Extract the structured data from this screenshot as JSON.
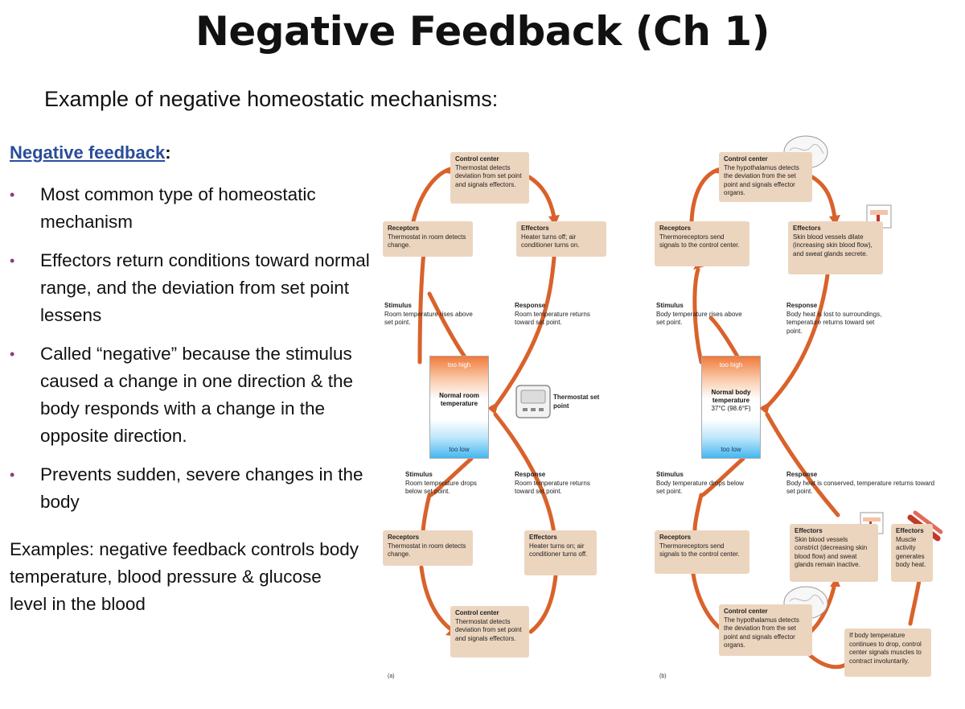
{
  "title": "Negative Feedback (Ch 1)",
  "subtitle": "Example of negative homeostatic mechanisms:",
  "nf_heading": {
    "link": "Negative feedback",
    "colon": ":"
  },
  "bullets": [
    "Most common type of homeostatic mechanism",
    "Effectors return conditions toward normal range, and the deviation from set point lessens",
    "Called “negative” because the stimulus caused a change in one direction & the body responds with a change in the opposite direction.",
    "Prevents sudden, severe changes in the body"
  ],
  "examples": "Examples: negative feedback controls body temperature, blood pressure & glucose level in the blood",
  "diagram_a": {
    "caption": "(a)",
    "top_control": {
      "h": "Control center",
      "t": "Thermostat detects deviation from set point and signals effectors."
    },
    "top_receptors": {
      "h": "Receptors",
      "t": "Thermostat in room detects change."
    },
    "top_effectors": {
      "h": "Effectors",
      "t": "Heater turns off; air conditioner turns on."
    },
    "stim_up": {
      "h": "Stimulus",
      "t": "Room temperature rises above set point."
    },
    "resp_up": {
      "h": "Response",
      "t": "Room temperature returns toward set point."
    },
    "gauge": {
      "high": "too high",
      "mid": "Normal room temperature",
      "low": "too low"
    },
    "thermostat": {
      "label": "Thermostat set point"
    },
    "stim_down": {
      "h": "Stimulus",
      "t": "Room temperature drops below set point."
    },
    "resp_down": {
      "h": "Response",
      "t": "Room temperature returns toward set point."
    },
    "bot_receptors": {
      "h": "Receptors",
      "t": "Thermostat in room detects change."
    },
    "bot_effectors": {
      "h": "Effectors",
      "t": "Heater turns on; air conditioner turns off."
    },
    "bot_control": {
      "h": "Control center",
      "t": "Thermostat detects deviation from set point and signals effectors."
    }
  },
  "diagram_b": {
    "caption": "(b)",
    "top_control": {
      "h": "Control center",
      "t": "The hypothalamus detects the deviation from the set point and signals effector organs."
    },
    "top_receptors": {
      "h": "Receptors",
      "t": "Thermoreceptors send signals to the control center."
    },
    "top_effectors": {
      "h": "Effectors",
      "t": "Skin blood vessels dilate (increasing skin blood flow), and sweat glands secrete."
    },
    "stim_up": {
      "h": "Stimulus",
      "t": "Body temperature rises above set point."
    },
    "resp_up": {
      "h": "Response",
      "t": "Body heat is lost to surroundings, temperature returns toward set point."
    },
    "gauge": {
      "high": "too high",
      "mid": "Normal body temperature",
      "mid2": "37°C (98.6°F)",
      "low": "too low"
    },
    "stim_down": {
      "h": "Stimulus",
      "t": "Body temperature drops below set point."
    },
    "resp_down": {
      "h": "Response",
      "t": "Body heat is conserved, temperature returns toward set point."
    },
    "bot_receptors": {
      "h": "Receptors",
      "t": "Thermoreceptors send signals to the control center."
    },
    "bot_effectors1": {
      "h": "Effectors",
      "t": "Skin blood vessels constrict (decreasing skin blood flow) and sweat glands remain inactive."
    },
    "bot_effectors2": {
      "h": "Effectors",
      "t": "Muscle activity generates body heat."
    },
    "bot_control": {
      "h": "Control center",
      "t": "The hypothalamus detects the deviation from the set point and signals effector organs."
    },
    "shiver_note": "If body temperature continues to drop, control center signals muscles to contract involuntarily."
  },
  "accent_color": "#d9622b",
  "box_color": "#ecd5bf"
}
